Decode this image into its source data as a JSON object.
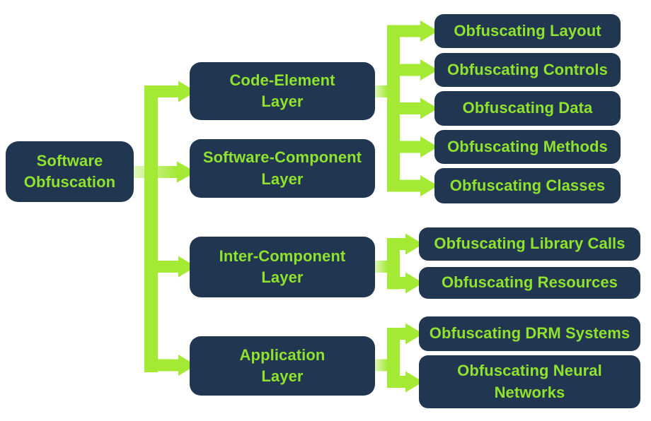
{
  "theme": {
    "background": "#ffffff",
    "node_fill": "#213650",
    "text_green": "#8fe22d",
    "connector_green": "#a4e934",
    "connector_pale": "#e2f7c2"
  },
  "tree": {
    "root": {
      "label": "Software\nObfuscation"
    },
    "layers": [
      {
        "label": "Code-Element\nLayer",
        "children": [
          "Obfuscating Layout",
          "Obfuscating Controls",
          "Obfuscating Data",
          "Obfuscating Methods",
          "Obfuscating Classes"
        ]
      },
      {
        "label": "Software-Component\nLayer",
        "children": []
      },
      {
        "label": "Inter-Component\nLayer",
        "children": [
          "Obfuscating Library Calls",
          "Obfuscating Resources"
        ]
      },
      {
        "label": "Application\nLayer",
        "children": [
          "Obfuscating DRM Systems",
          "Obfuscating Neural\nNetworks"
        ]
      }
    ]
  }
}
